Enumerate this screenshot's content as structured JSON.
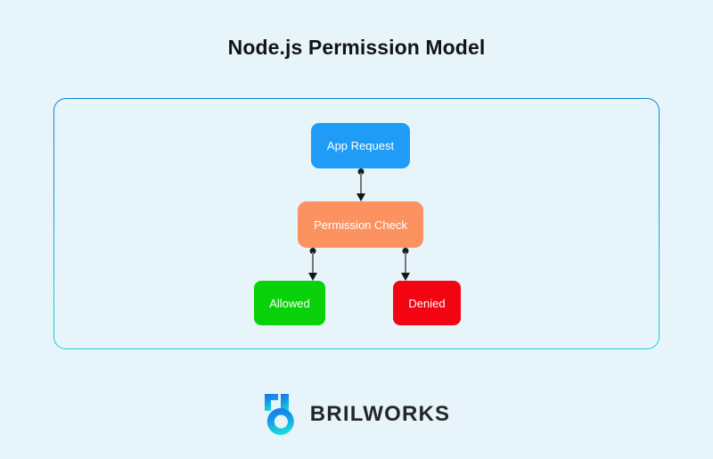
{
  "page": {
    "title": "Node.js Permission Model",
    "background_color": "#e7f5fb"
  },
  "diagram": {
    "frame": {
      "border_gradient_from": "#0a84d6",
      "border_gradient_to": "#10d0d8"
    },
    "nodes": [
      {
        "id": "app-request",
        "label": "App Request",
        "color": "#1f9cf6",
        "text_color": "#ffffff"
      },
      {
        "id": "permission-check",
        "label": "Permission Check",
        "color": "#fb9260",
        "text_color": "#ffffff"
      },
      {
        "id": "allowed",
        "label": "Allowed",
        "color": "#0ad20a",
        "text_color": "#ffffff"
      },
      {
        "id": "denied",
        "label": "Denied",
        "color": "#f20412",
        "text_color": "#ffffff"
      }
    ],
    "connectors": [
      {
        "id": "app-request-to-permission-check",
        "from": "app-request",
        "to": "permission-check",
        "color": "#6f7a7e"
      },
      {
        "id": "permission-check-to-allowed",
        "from": "permission-check",
        "to": "allowed",
        "color": "#6f7a7e"
      },
      {
        "id": "permission-check-to-denied",
        "from": "permission-check",
        "to": "denied",
        "color": "#6f7a7e"
      }
    ]
  },
  "brand": {
    "name": "BRILWORKS",
    "logo_icon": "brilworks-b-mark-icon",
    "logo_gradient_from": "#1d6ff2",
    "logo_gradient_to": "#1ad9d9",
    "text_color": "#24262c"
  }
}
